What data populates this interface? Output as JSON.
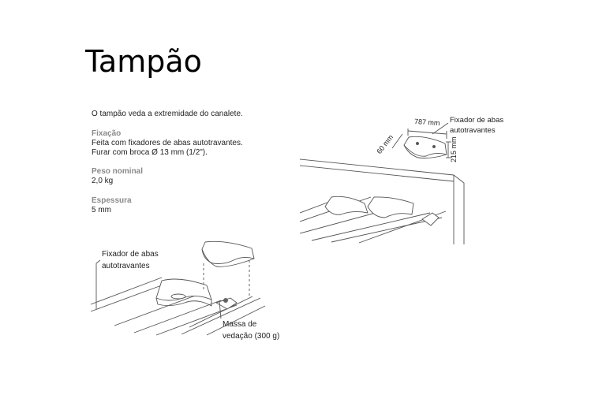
{
  "title": "Tampão",
  "intro": "O tampão veda a extremidade do canalete.",
  "specs": {
    "fixacao": {
      "label": "Fixação",
      "lines": [
        "Feita com fixadores de abas autotravantes.",
        "Furar com broca Ø 13 mm (1/2\")."
      ]
    },
    "peso": {
      "label": "Peso nominal",
      "value": "2,0 kg"
    },
    "espessura": {
      "label": "Espessura",
      "value": "5 mm"
    }
  },
  "figure_left": {
    "callout_fixador": [
      "Fixador de abas",
      "autotravantes"
    ],
    "callout_massa": [
      "Massa de",
      "vedação (300 g)"
    ]
  },
  "figure_right": {
    "callout_fixador": [
      "Fixador de abas",
      "autotravantes"
    ],
    "dim_width": "787 mm",
    "dim_depth": "60 mm",
    "dim_height": "215 mm"
  }
}
